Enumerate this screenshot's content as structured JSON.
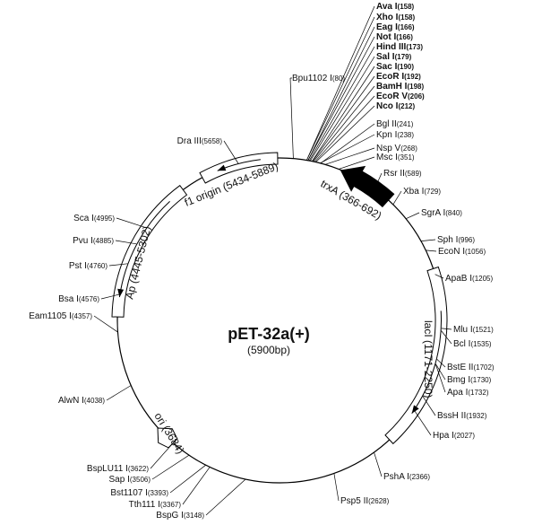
{
  "title": "pET-32a(+)",
  "subtitle": "(5900bp)",
  "sites_top": [
    {
      "name": "Ava I",
      "pos": "(158)",
      "bold": true
    },
    {
      "name": "Xho I",
      "pos": "(158)",
      "bold": true
    },
    {
      "name": "Eag I",
      "pos": "(166)",
      "bold": true
    },
    {
      "name": "Not I",
      "pos": "(166)",
      "bold": true
    },
    {
      "name": "Hind III",
      "pos": "(173)",
      "bold": true
    },
    {
      "name": "Sal I",
      "pos": "(179)",
      "bold": true
    },
    {
      "name": "Sac I",
      "pos": "(190)",
      "bold": true
    },
    {
      "name": "EcoR I",
      "pos": "(192)",
      "bold": true
    },
    {
      "name": "BamH I",
      "pos": "(198)",
      "bold": true
    },
    {
      "name": "EcoR V",
      "pos": "(206)",
      "bold": true
    },
    {
      "name": "Nco I",
      "pos": "(212)",
      "bold": true
    },
    {
      "name": "Bgl II",
      "pos": "(241)",
      "bold": false
    },
    {
      "name": "Kpn I",
      "pos": "(238)",
      "bold": false
    },
    {
      "name": "Nsp V",
      "pos": "(268)",
      "bold": false
    },
    {
      "name": "Msc I",
      "pos": "(351)",
      "bold": false
    }
  ],
  "sites_right": [
    {
      "name": "Rsr II",
      "pos": "(589)"
    },
    {
      "name": "Xba I",
      "pos": "(729)"
    },
    {
      "name": "SgrA I",
      "pos": "(840)"
    },
    {
      "name": "Sph I",
      "pos": "(996)"
    },
    {
      "name": "EcoN I",
      "pos": "(1056)"
    },
    {
      "name": "ApaB I",
      "pos": "(1205)"
    },
    {
      "name": "Mlu I",
      "pos": "(1521)"
    },
    {
      "name": "Bcl I",
      "pos": "(1535)"
    },
    {
      "name": "BstE II",
      "pos": "(1702)"
    },
    {
      "name": "Bmg I",
      "pos": "(1730)"
    },
    {
      "name": "Apa I",
      "pos": "(1732)"
    },
    {
      "name": "BssH II",
      "pos": "(1932)"
    },
    {
      "name": "Hpa I",
      "pos": "(2027)"
    },
    {
      "name": "PshA I",
      "pos": "(2366)"
    },
    {
      "name": "Psp5 II",
      "pos": "(2628)"
    }
  ],
  "sites_left": [
    {
      "name": "Bpu1102 I",
      "pos": "(80)"
    },
    {
      "name": "Dra III",
      "pos": "(5658)"
    },
    {
      "name": "Sca I",
      "pos": "(4995)"
    },
    {
      "name": "Pvu I",
      "pos": "(4885)"
    },
    {
      "name": "Pst I",
      "pos": "(4760)"
    },
    {
      "name": "Bsa I",
      "pos": "(4576)"
    },
    {
      "name": "Eam1105 I",
      "pos": "(4357)"
    },
    {
      "name": "AlwN I",
      "pos": "(4038)"
    },
    {
      "name": "BspLU11 I",
      "pos": "(3622)"
    },
    {
      "name": "Sap I",
      "pos": "(3506)"
    },
    {
      "name": "Bst1107 I",
      "pos": "(3393)"
    },
    {
      "name": "Tth111 I",
      "pos": "(3367)"
    },
    {
      "name": "BspG I",
      "pos": "(3148)"
    }
  ],
  "features": {
    "f1": "f1 origin (5434-5889)",
    "trxA": "trxA (366-692)",
    "lacI": "lacI (1171-2250)",
    "ap": "Ap (4445-5302)",
    "ori": "ori (3684)"
  }
}
